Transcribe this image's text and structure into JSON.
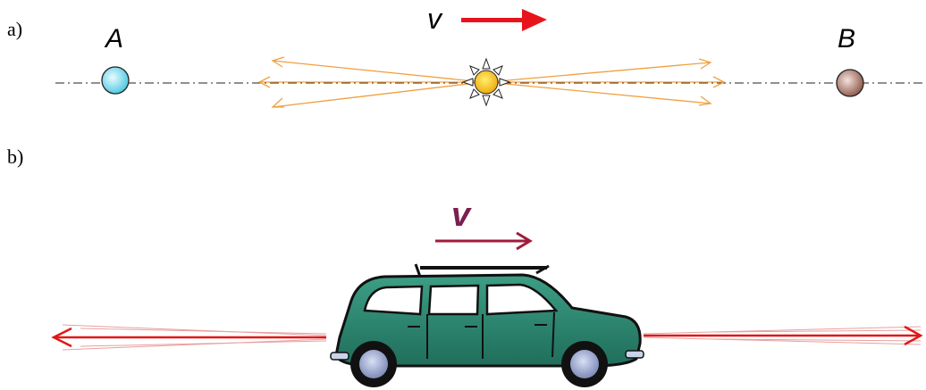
{
  "panel_a": {
    "label": "a)",
    "velocity_label": "v",
    "point_a_label": "A",
    "point_b_label": "B"
  },
  "panel_b": {
    "label": "b)",
    "velocity_label": "v"
  },
  "colors": {
    "velocity_arrow": "#e8141c",
    "light_rays": "#f0a040",
    "observer_a": "#7fe3f0",
    "observer_b": "#b07a70",
    "sun": "#f6c21c",
    "car_body": "#2f8f78",
    "car_velocity": "#7a1f52",
    "car_arrow": "#a01c3a",
    "sound_waves": "#e01818"
  },
  "icons": [
    "sun-icon",
    "car-icon",
    "observer-a-icon",
    "observer-b-icon"
  ]
}
